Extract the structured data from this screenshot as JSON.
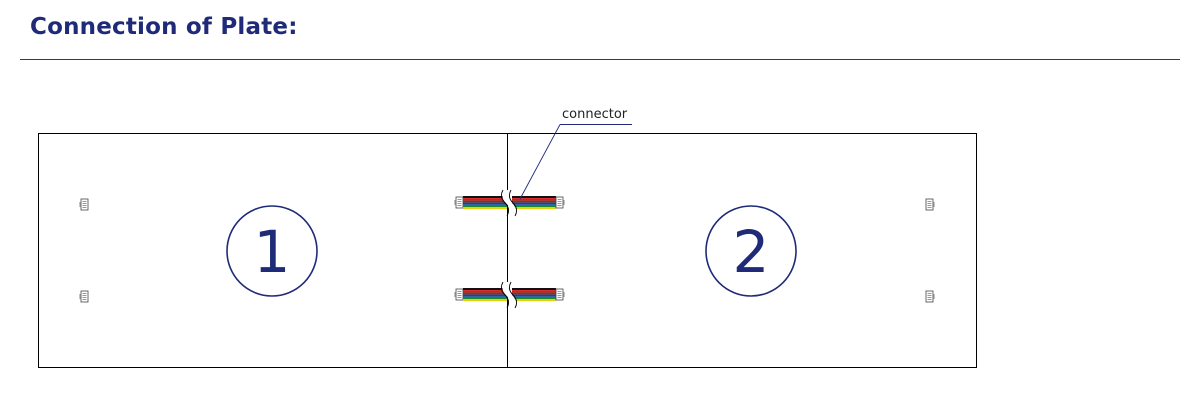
{
  "header": {
    "title": "Connection of Plate:"
  },
  "diagram": {
    "callout_label": "connector",
    "plates": [
      {
        "number": "1"
      },
      {
        "number": "2"
      }
    ],
    "colors": {
      "title": "#1f2a78",
      "rule": "#2c3490",
      "outline": "#000000",
      "wire_colors": [
        "#111111",
        "#e8131a",
        "#7a3a1a",
        "#123fbf",
        "#1a8a2a",
        "#e8d20e"
      ]
    }
  }
}
